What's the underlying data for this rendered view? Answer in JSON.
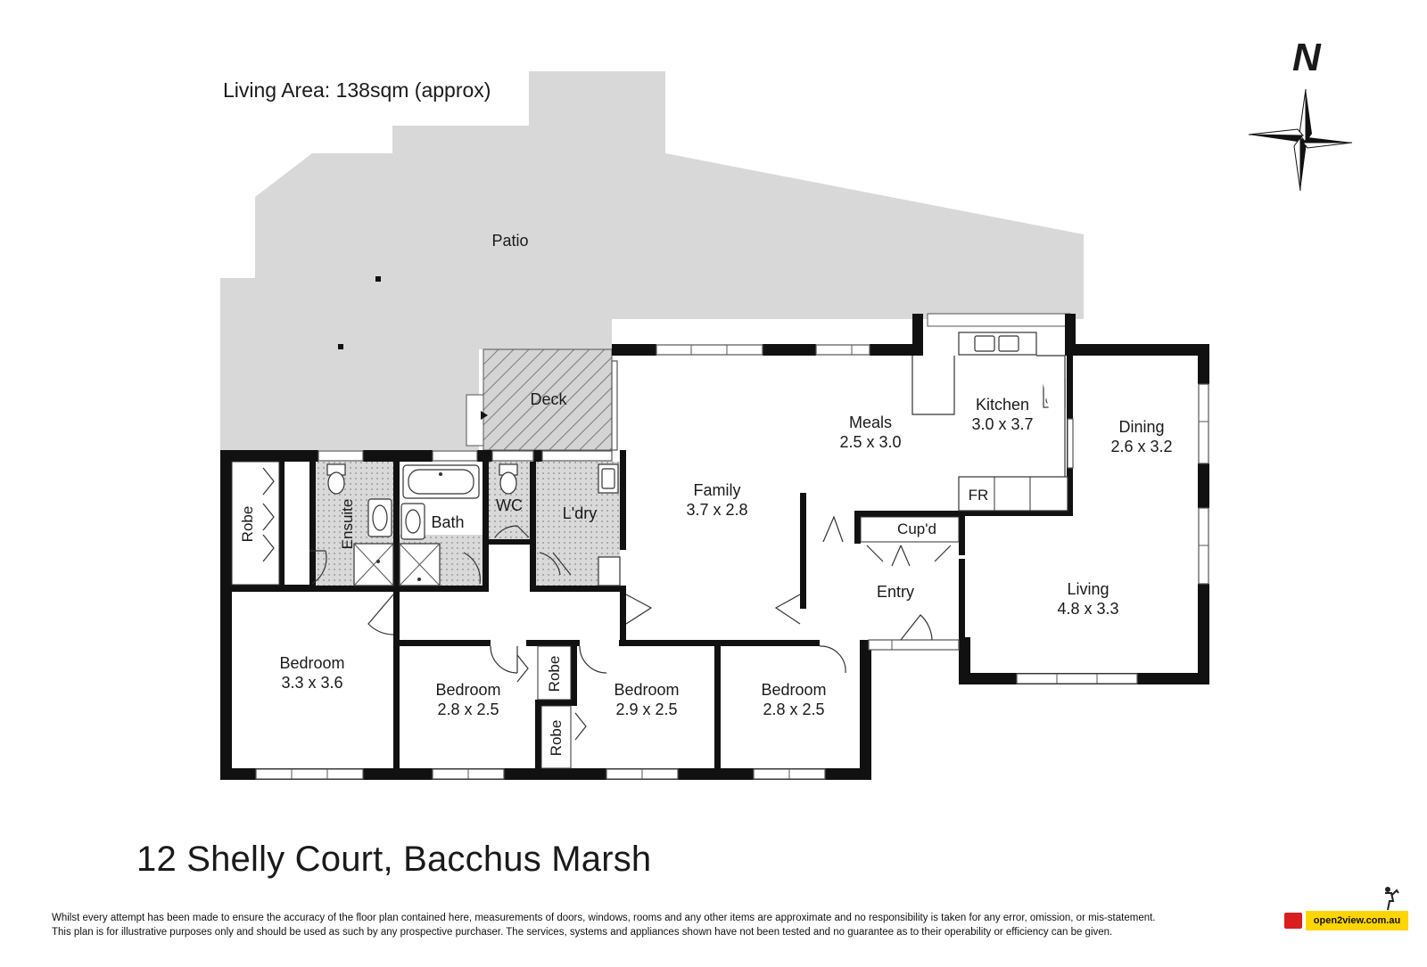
{
  "header": {
    "living_area": "Living Area: 138sqm (approx)"
  },
  "compass": {
    "label": "N"
  },
  "rooms": {
    "patio": "Patio",
    "deck": "Deck",
    "kitchen_name": "Kitchen",
    "kitchen_dim": "3.0 x 3.7",
    "meals_name": "Meals",
    "meals_dim": "2.5 x 3.0",
    "dining_name": "Dining",
    "dining_dim": "2.6 x 3.2",
    "family_name": "Family",
    "family_dim": "3.7 x 2.8",
    "fr": "FR",
    "cupd": "Cup'd",
    "entry": "Entry",
    "living_name": "Living",
    "living_dim": "4.8 x 3.3",
    "robe": "Robe",
    "ensuite": "Ensuite",
    "bath": "Bath",
    "wc": "WC",
    "ldry": "L'dry",
    "bedroom1_name": "Bedroom",
    "bedroom1_dim": "3.3 x 3.6",
    "bedroom2_name": "Bedroom",
    "bedroom2_dim": "2.8 x 2.5",
    "bedroom3_name": "Bedroom",
    "bedroom3_dim": "2.9 x 2.5",
    "bedroom4_name": "Bedroom",
    "bedroom4_dim": "2.8 x 2.5"
  },
  "footer": {
    "address": "12 Shelly Court, Bacchus Marsh",
    "disclaimer_line1": "Whilst every attempt has been made to ensure the accuracy of the floor plan contained here, measurements of doors, windows, rooms and any other items are approximate and no responsibility is taken for any error, omission, or mis-statement.",
    "disclaimer_line2": "This plan is for illustrative purposes only and should be used as such by any prospective purchaser. The services, systems and appliances shown have not been tested and no guarantee as to their operability or efficiency can be given.",
    "logo_text": "open2view.com.au"
  },
  "colors": {
    "patio_fill": "#d8d8d8",
    "wall": "#111111",
    "fixture_fill": "#d4d4d4",
    "logo_yellow": "#ffd500",
    "logo_red": "#d81e1e"
  }
}
